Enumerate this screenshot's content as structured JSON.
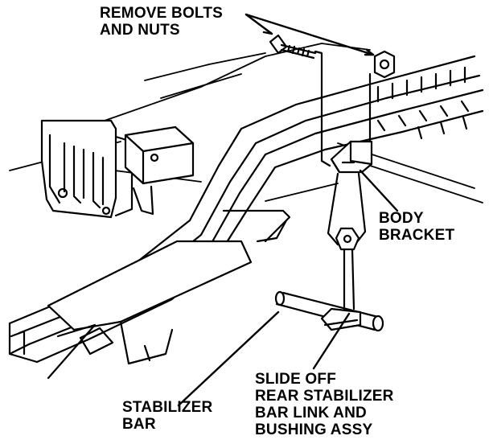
{
  "callouts": {
    "remove_bolts": [
      "REMOVE BOLTS",
      "AND NUTS"
    ],
    "body_bracket": [
      "BODY",
      "BRACKET"
    ],
    "stabilizer_bar": [
      "STABILIZER",
      "BAR"
    ],
    "slide_off": [
      "SLIDE OFF",
      "REAR STABILIZER",
      "BAR LINK AND",
      "BUSHING ASSY"
    ]
  },
  "colors": {
    "ink": "#000000",
    "paper": "#ffffff"
  }
}
